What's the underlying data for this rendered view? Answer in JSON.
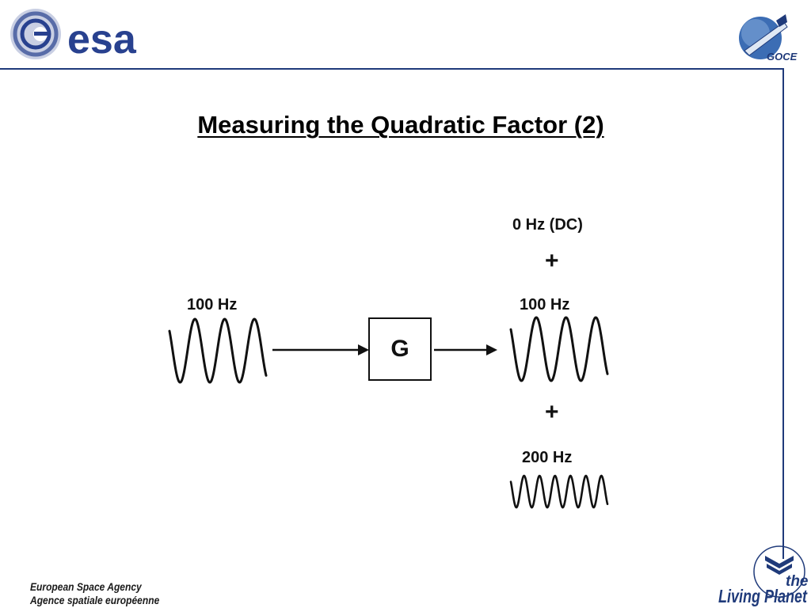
{
  "header": {
    "logo_text": "esa",
    "mission_logo_text": "GOCE"
  },
  "title": "Measuring the Quadratic Factor (2)",
  "diagram": {
    "input_label": "100 Hz",
    "block_label": "G",
    "outputs": {
      "dc_label": "0 Hz (DC)",
      "plus_1": "+",
      "fundamental_label": "100 Hz",
      "plus_2": "+",
      "harmonic_label": "200 Hz"
    }
  },
  "footer": {
    "agency_en": "European Space Agency",
    "agency_fr": "Agence spatiale européenne",
    "brand_the": "the",
    "brand_living_planet": "Living Planet"
  },
  "colors": {
    "frame": "#1f3a7a",
    "esa_blue": "#28418f",
    "goce_blue": "#3c6db4",
    "living_planet_blue": "#1f3a7a"
  }
}
